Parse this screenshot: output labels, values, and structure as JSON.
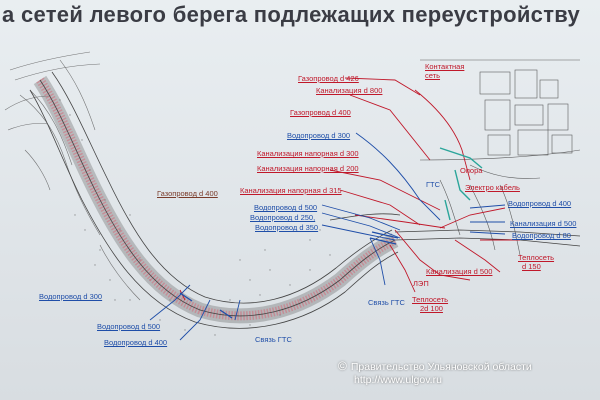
{
  "title": "а сетей левого берега подлежащих переустройству",
  "labels": {
    "gazoprovod_426": "Газопровод d 426",
    "kontakt_set_1": "Контактная",
    "kontakt_set_2": "сеть",
    "kanal_800": "Канализация d 800",
    "gazoprovod_400_top": "Газопровод d 400",
    "vodoprovod_300_top": "Водопровод d 300",
    "kanal_nap_300": "Канализация напорная d 300",
    "kanal_nap_200": "Канализация напорная d 200",
    "gts": "ГТС",
    "opora": "Опора",
    "elektro_kabel": "Электро кабель",
    "kanal_nap_315": "Канализация напорная d 315",
    "gazoprovod_400_left": "Газопровод d 400",
    "vodoprovod_500_mid": "Водопровод d 500",
    "vodoprovod_250": "Водопровод d 250,",
    "vodoprovod_350": "Водопровод d 350",
    "vodoprovod_400_right": "Водопровод d 400",
    "kanal_500_right": "Канализация d 500",
    "vodoprovod_80": "Водопровод d 80",
    "teploset_150_1": "Теплосеть",
    "teploset_150_2": "d 150",
    "kanal_500_bottom": "Канализация d 500",
    "lep": "ЛЭП",
    "teploset_100_1": "Теплосеть",
    "teploset_100_2": "2d 100",
    "svyaz_gts_right": "Связь ГТС",
    "vodoprovod_300_left": "Водопровод d 300",
    "vodoprovod_500_bottom": "Водопровод d 500",
    "svyaz_gts_bottom": "Связь ГТС",
    "vodoprovod_400_bottom": "Водопровод d 400"
  },
  "credit": {
    "symbol": "©",
    "line1": "Правительство Ульяновской области",
    "line2": "http://www.ulgov.ru"
  },
  "colors": {
    "red": "#c0182a",
    "blue": "#1f4ea8",
    "brown": "#7a3b2a",
    "teal": "#2aa59a"
  }
}
